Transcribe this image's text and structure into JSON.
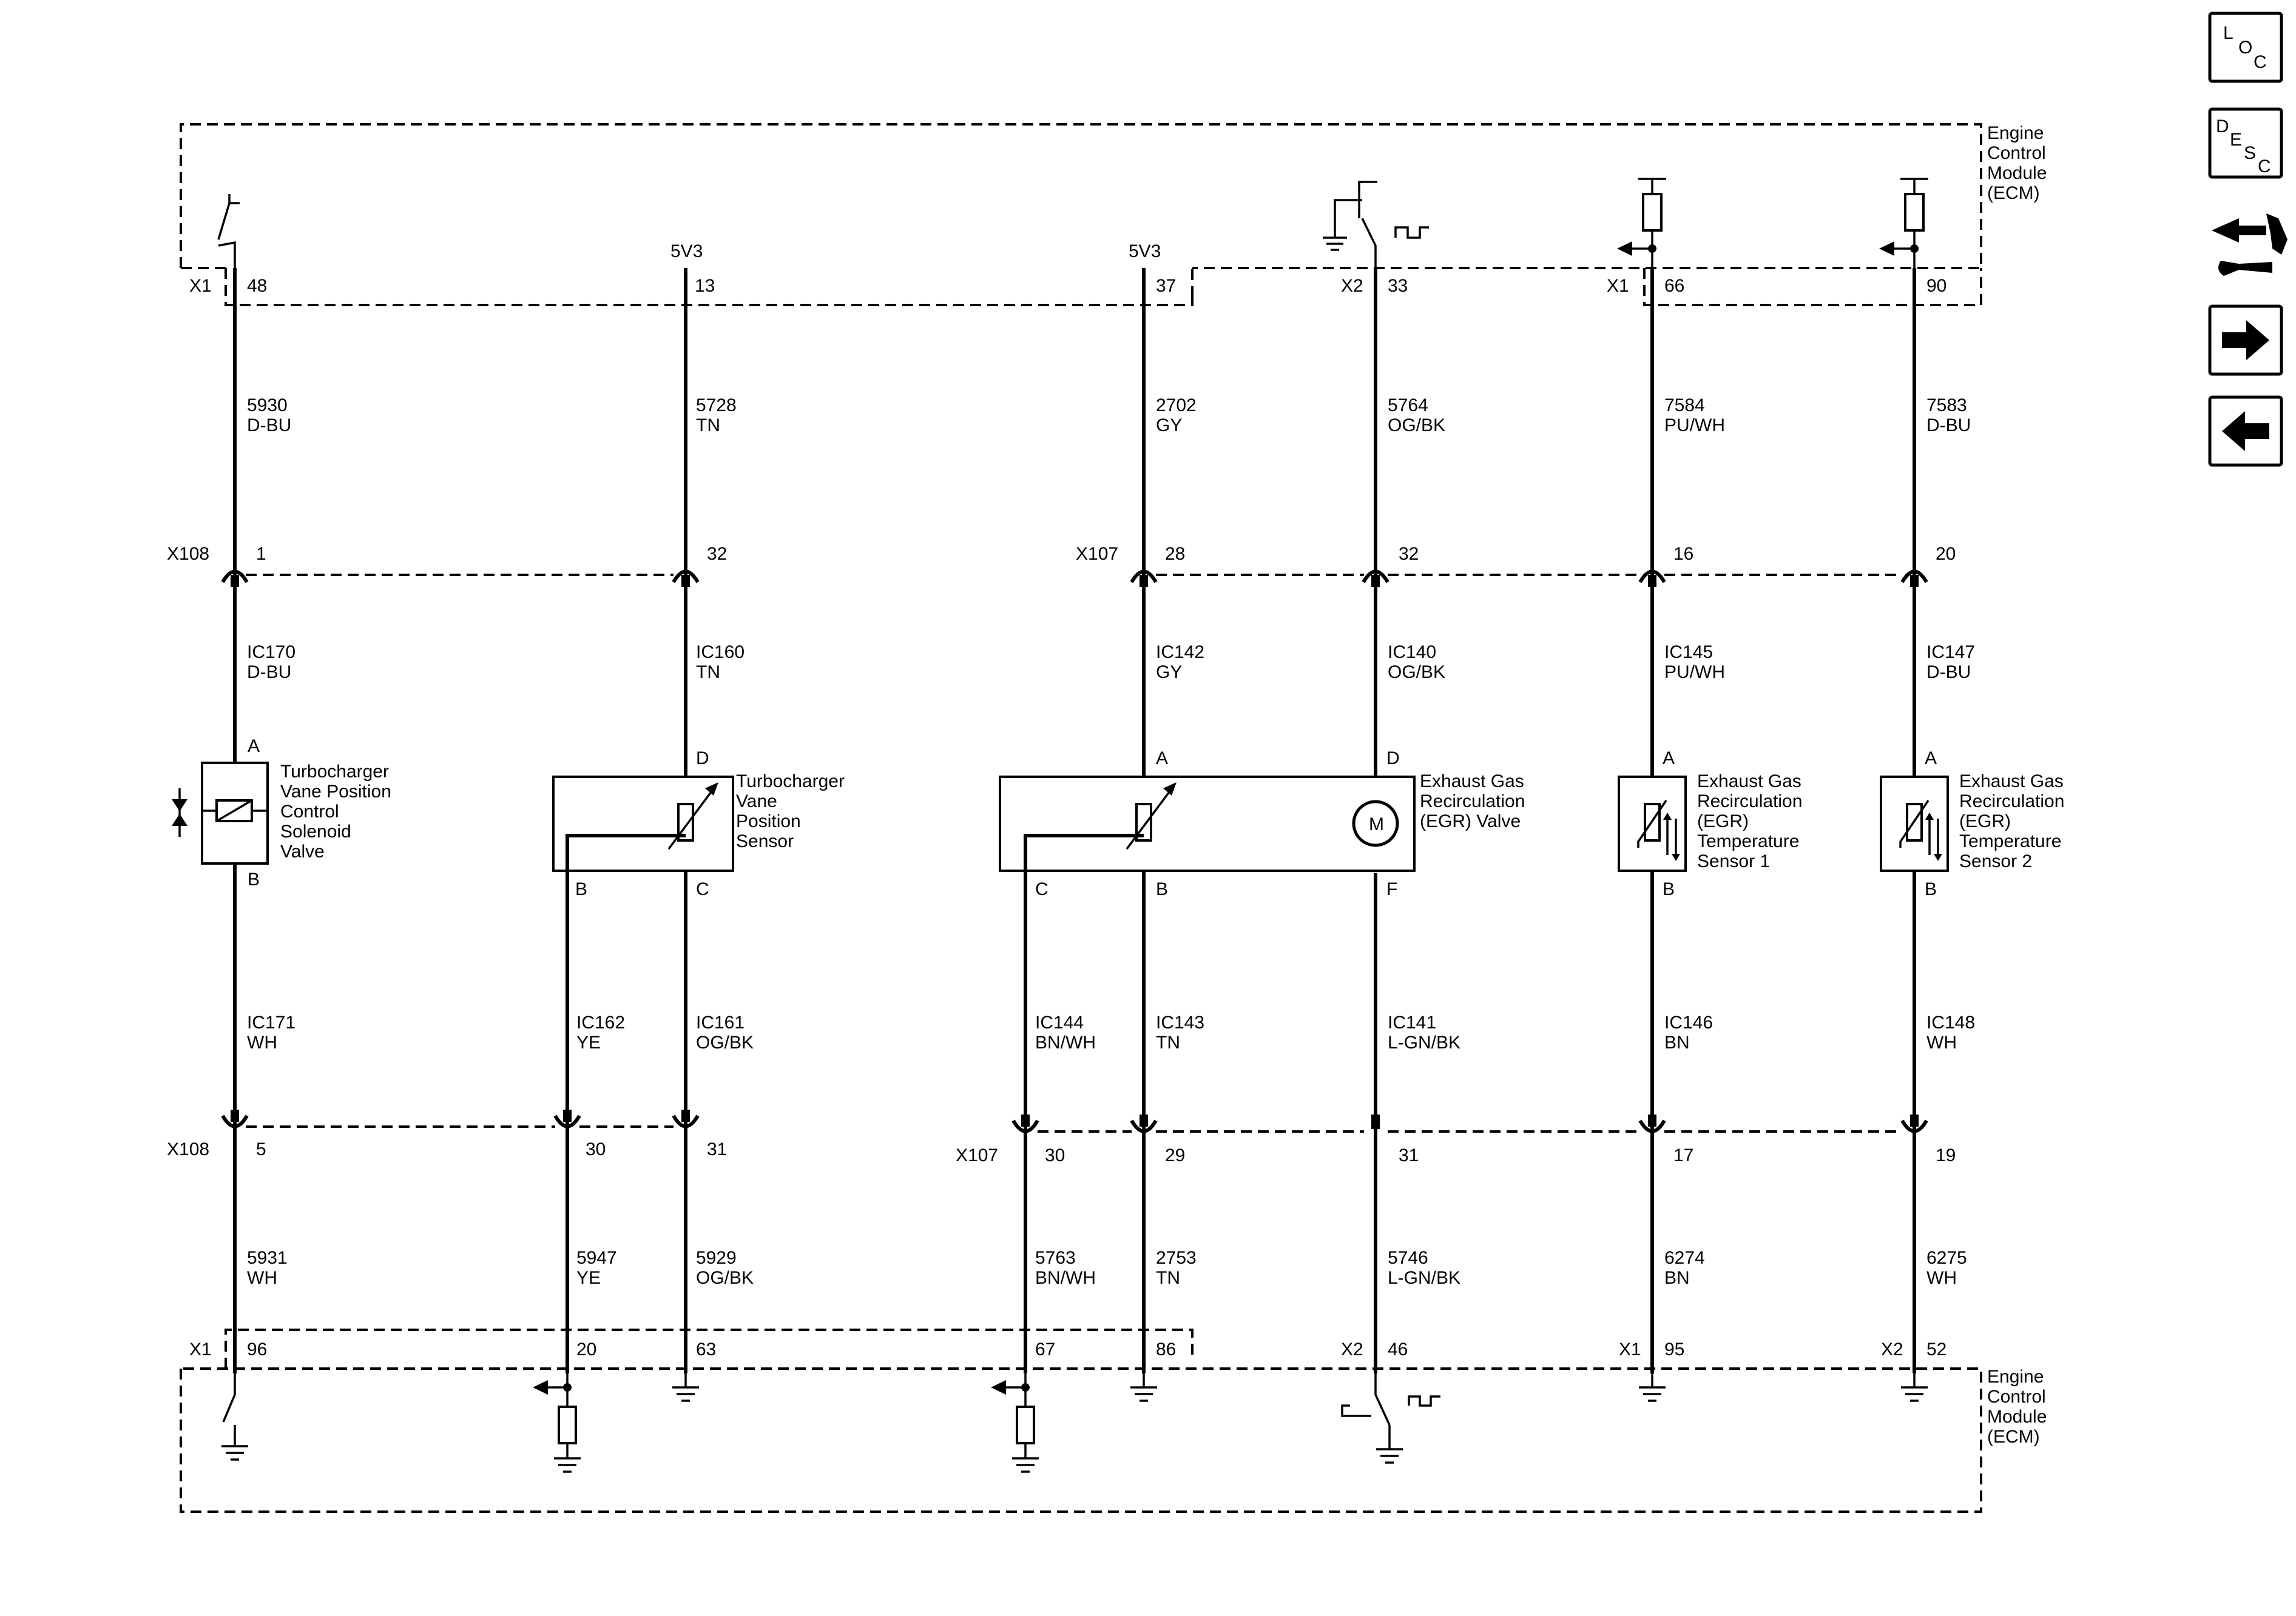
{
  "ecm_label": [
    "Engine",
    "Control",
    "Module",
    "(ECM)"
  ],
  "top_connectors": [
    {
      "conn": "X1",
      "pin": "48"
    },
    {
      "conn": "",
      "pin": "13",
      "supply": "5V3"
    },
    {
      "conn": "",
      "pin": "37",
      "supply": "5V3"
    },
    {
      "conn": "X2",
      "pin": "33"
    },
    {
      "conn": "X1",
      "pin": "66"
    },
    {
      "conn": "",
      "pin": "90"
    }
  ],
  "bottom_connectors": [
    {
      "conn": "X1",
      "pin": "96"
    },
    {
      "conn": "",
      "pin": "20"
    },
    {
      "conn": "",
      "pin": "63"
    },
    {
      "conn": "",
      "pin": "67"
    },
    {
      "conn": "",
      "pin": "86"
    },
    {
      "conn": "X2",
      "pin": "46"
    },
    {
      "conn": "X1",
      "pin": "95"
    },
    {
      "conn": "X2",
      "pin": "52"
    }
  ],
  "upper_wires": [
    {
      "circuit": "5930",
      "color": "D-BU"
    },
    {
      "circuit": "5728",
      "color": "TN"
    },
    {
      "circuit": "2702",
      "color": "GY"
    },
    {
      "circuit": "5764",
      "color": "OG/BK"
    },
    {
      "circuit": "7584",
      "color": "PU/WH"
    },
    {
      "circuit": "7583",
      "color": "D-BU"
    }
  ],
  "inline_upper": [
    {
      "conn": "X108",
      "pin": "1"
    },
    {
      "conn": "",
      "pin": "32"
    },
    {
      "conn": "X107",
      "pin": "28"
    },
    {
      "conn": "",
      "pin": "32"
    },
    {
      "conn": "",
      "pin": "16"
    },
    {
      "conn": "",
      "pin": "20"
    }
  ],
  "harness_upper": [
    {
      "circuit": "IC170",
      "color": "D-BU"
    },
    {
      "circuit": "IC160",
      "color": "TN"
    },
    {
      "circuit": "IC142",
      "color": "GY"
    },
    {
      "circuit": "IC140",
      "color": "OG/BK"
    },
    {
      "circuit": "IC145",
      "color": "PU/WH"
    },
    {
      "circuit": "IC147",
      "color": "D-BU"
    }
  ],
  "components": [
    {
      "name": [
        "Turbocharger",
        "Vane Position",
        "Control",
        "Solenoid",
        "Valve"
      ],
      "pins": [
        "A",
        "B"
      ]
    },
    {
      "name": [
        "Turbocharger",
        "Vane",
        "Position",
        "Sensor"
      ],
      "pins": [
        "D",
        "B",
        "C"
      ]
    },
    {
      "name": [
        "Exhaust Gas",
        "Recirculation",
        "(EGR) Valve"
      ],
      "pins": [
        "A",
        "D",
        "C",
        "B",
        "F"
      ],
      "motor": "M"
    },
    {
      "name": [
        "Exhaust Gas",
        "Recirculation",
        "(EGR)",
        "Temperature",
        "Sensor 1"
      ],
      "pins": [
        "A",
        "B"
      ]
    },
    {
      "name": [
        "Exhaust Gas",
        "Recirculation",
        "(EGR)",
        "Temperature",
        "Sensor 2"
      ],
      "pins": [
        "A",
        "B"
      ]
    }
  ],
  "harness_lower": [
    {
      "circuit": "IC171",
      "color": "WH"
    },
    {
      "circuit": "IC162",
      "color": "YE"
    },
    {
      "circuit": "IC161",
      "color": "OG/BK"
    },
    {
      "circuit": "IC144",
      "color": "BN/WH"
    },
    {
      "circuit": "IC143",
      "color": "TN"
    },
    {
      "circuit": "IC141",
      "color": "L-GN/BK"
    },
    {
      "circuit": "IC146",
      "color": "BN"
    },
    {
      "circuit": "IC148",
      "color": "WH"
    }
  ],
  "inline_lower": [
    {
      "conn": "X108",
      "pin": "5"
    },
    {
      "conn": "",
      "pin": "30"
    },
    {
      "conn": "",
      "pin": "31"
    },
    {
      "conn": "X107",
      "pin": "30"
    },
    {
      "conn": "",
      "pin": "29"
    },
    {
      "conn": "",
      "pin": "31"
    },
    {
      "conn": "",
      "pin": "17"
    },
    {
      "conn": "",
      "pin": "19"
    }
  ],
  "lower_wires": [
    {
      "circuit": "5931",
      "color": "WH"
    },
    {
      "circuit": "5947",
      "color": "YE"
    },
    {
      "circuit": "5929",
      "color": "OG/BK"
    },
    {
      "circuit": "5763",
      "color": "BN/WH"
    },
    {
      "circuit": "2753",
      "color": "TN"
    },
    {
      "circuit": "5746",
      "color": "L-GN/BK"
    },
    {
      "circuit": "6274",
      "color": "BN"
    },
    {
      "circuit": "6275",
      "color": "WH"
    }
  ],
  "nav": {
    "loc": [
      "L",
      "O",
      "C"
    ],
    "desc": [
      "D",
      "E",
      "S",
      "C"
    ],
    "tools_icon": "connector-tool-icon",
    "next_icon": "arrow-right-icon",
    "prev_icon": "arrow-left-icon"
  }
}
